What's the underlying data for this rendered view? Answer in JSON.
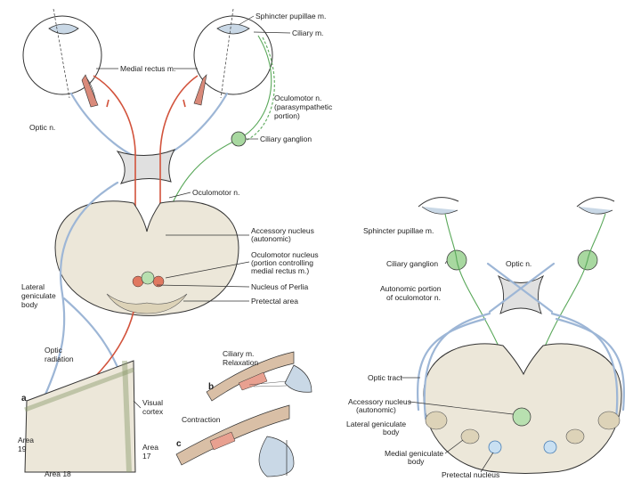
{
  "panel_main": {
    "sphincter_pupillae": "Sphincter pupillae m.",
    "ciliary_m": "Ciliary m.",
    "medial_rectus": "Medial rectus m.",
    "oculomotor_para_1": "Oculomotor n.",
    "oculomotor_para_2": "(parasympathetic",
    "oculomotor_para_3": "portion)",
    "optic_n": "Optic n.",
    "ciliary_ganglion": "Ciliary ganglion",
    "oculomotor_n": "Oculomotor n.",
    "accessory_1": "Accessory nucleus",
    "accessory_2": "(autonomic)",
    "oculomotor_nuc_1": "Oculomotor nucleus",
    "oculomotor_nuc_2": "(portion controlling",
    "oculomotor_nuc_3": "medial rectus m.)",
    "nucleus_perlia": "Nucleus of Perlia",
    "pretectal_area": "Pretectal area",
    "lgb_1": "Lateral",
    "lgb_2": "geniculate",
    "lgb_3": "body",
    "optic_rad_1": "Optic",
    "optic_rad_2": "radiation",
    "letter_a": "a",
    "visual_cortex_1": "Visual",
    "visual_cortex_2": "cortex",
    "area19_1": "Area",
    "area19_2": "19",
    "area17_1": "Area",
    "area17_2": "17",
    "area18": "Area 18"
  },
  "panel_bc": {
    "ciliary_relax_1": "Ciliary m.",
    "ciliary_relax_2": "Relaxation",
    "letter_b": "b",
    "contraction": "Contraction",
    "letter_c": "c"
  },
  "panel_right": {
    "sphincter_pupillae": "Sphincter pupillae m.",
    "ciliary_ganglion": "Ciliary ganglion",
    "optic_n": "Optic n.",
    "autonomic_1": "Autonomic portion",
    "autonomic_2": "of oculomotor n.",
    "optic_tract": "Optic tract",
    "accessory_1": "Accessory nucleus",
    "accessory_2": "(autonomic)",
    "lgb_1": "Lateral geniculate",
    "lgb_2": "body",
    "mgb_1": "Medial geniculate",
    "mgb_2": "body",
    "pretectal": "Pretectal nucleus"
  }
}
